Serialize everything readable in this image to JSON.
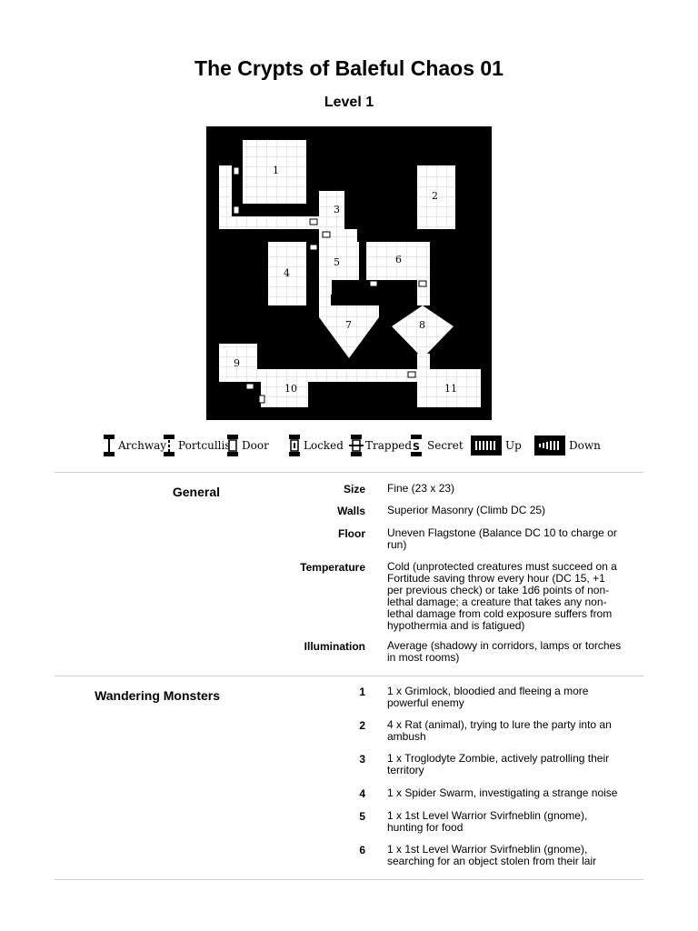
{
  "header": {
    "title": "The Crypts of Baleful Chaos 01",
    "subtitle": "Level 1"
  },
  "map": {
    "rooms": [
      "1",
      "2",
      "3",
      "4",
      "5",
      "6",
      "7",
      "8",
      "9",
      "10",
      "11"
    ]
  },
  "legend": {
    "items": [
      {
        "label": "Archway",
        "icon": "archway-icon"
      },
      {
        "label": "Portcullis",
        "icon": "portcullis-icon"
      },
      {
        "label": "Door",
        "icon": "door-icon"
      },
      {
        "label": "Locked",
        "icon": "locked-door-icon"
      },
      {
        "label": "Trapped",
        "icon": "trapped-door-icon"
      },
      {
        "label": "Secret",
        "icon": "secret-door-icon"
      },
      {
        "label": "Up",
        "icon": "stairs-up-icon"
      },
      {
        "label": "Down",
        "icon": "stairs-down-icon"
      }
    ]
  },
  "general": {
    "heading": "General",
    "rows": [
      {
        "key": "Size",
        "value": "Fine (23 x 23)"
      },
      {
        "key": "Walls",
        "value": "Superior Masonry (Climb DC 25)"
      },
      {
        "key": "Floor",
        "value": "Uneven Flagstone (Balance DC 10 to charge or run)"
      },
      {
        "key": "Temperature",
        "value": "Cold (unprotected creatures must succeed on a Fortitude saving throw every hour (DC 15, +1 per previous check) or take 1d6 points of non-lethal damage; a creature that takes any non-lethal damage from cold exposure suffers from hypothermia and is fatigued)"
      },
      {
        "key": "Illumination",
        "value": "Average (shadowy in corridors, lamps or torches in most rooms)"
      }
    ]
  },
  "monsters": {
    "heading": "Wandering Monsters",
    "rows": [
      {
        "key": "1",
        "value": "1 x Grimlock, bloodied and fleeing a more powerful enemy"
      },
      {
        "key": "2",
        "value": "4 x Rat (animal), trying to lure the party into an ambush"
      },
      {
        "key": "3",
        "value": "1 x Troglodyte Zombie, actively patrolling their territory"
      },
      {
        "key": "4",
        "value": "1 x Spider Swarm, investigating a strange noise"
      },
      {
        "key": "5",
        "value": "1 x 1st Level Warrior Svirfneblin (gnome), hunting for food"
      },
      {
        "key": "6",
        "value": "1 x 1st Level Warrior Svirfneblin (gnome), searching for an object stolen from their lair"
      }
    ]
  }
}
